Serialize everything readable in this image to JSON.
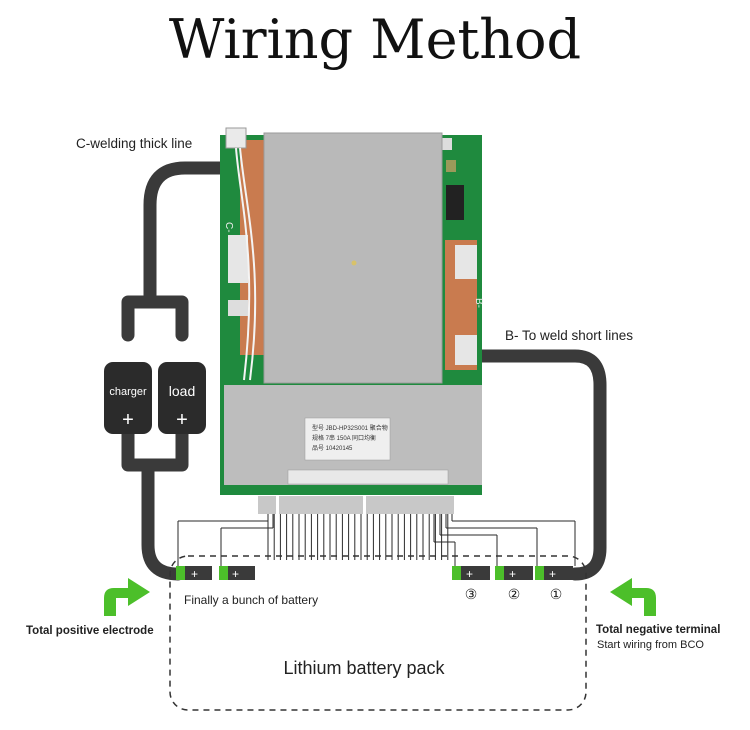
{
  "title": "Wiring Method",
  "labels": {
    "c_welding": "C-welding thick line",
    "b_weld": "B- To weld short lines",
    "charger": "charger",
    "load": "load",
    "plus": "+",
    "finally_bunch": "Finally a bunch of battery",
    "total_positive": "Total positive electrode",
    "total_negative": "Total negative terminal",
    "start_wiring": "Start wiring from BCO",
    "pack": "Lithium battery pack",
    "c_minus": "C-",
    "b_minus": "B-"
  },
  "cell_markers": [
    "③",
    "②",
    "①"
  ],
  "board_label": {
    "line1": "型号 JBD-HP32S001 聚合物",
    "line2": "规格 7串 150A 同口均衡",
    "line3": "品号 10420145"
  },
  "colors": {
    "cable": "#3a3a3a",
    "pcb": "#1f8a3e",
    "heatsink": "#b9b9b9",
    "arrow": "#4cbf2a",
    "terminal_plate": "#c97b4f",
    "terminal_strip": "#5a5a5a"
  }
}
